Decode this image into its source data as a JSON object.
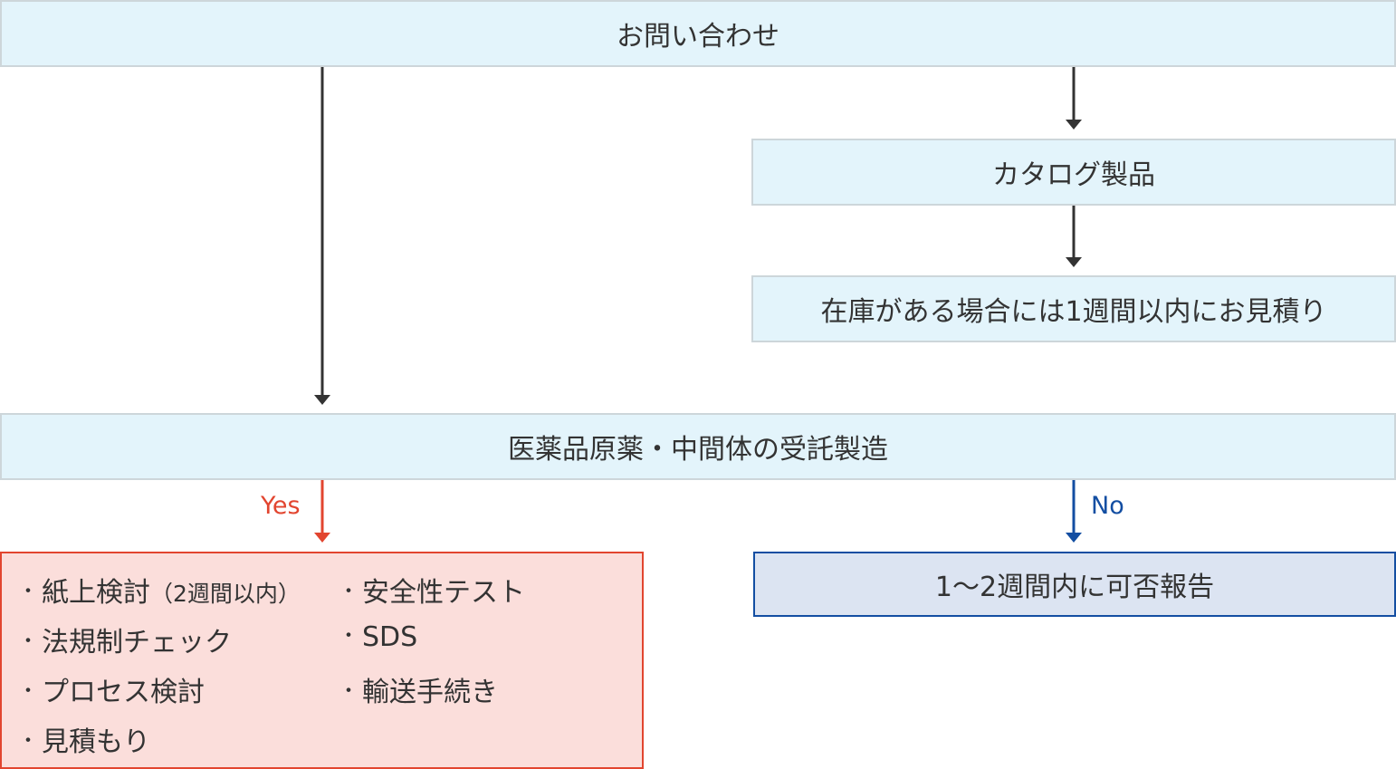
{
  "nodes": {
    "inquiry": "お問い合わせ",
    "catalog": "カタログ製品",
    "stock": "在庫がある場合には1週間以内にお見積り",
    "contract": "医薬品原薬・中間体の受託製造",
    "no_result": "1〜2週間内に可否報告"
  },
  "branches": {
    "yes_label": "Yes",
    "no_label": "No"
  },
  "yes_items": {
    "bullet": "・",
    "paper_review": "紙上検討",
    "paper_review_note": "（2週間以内）",
    "regulation_check": "法規制チェック",
    "process_review": "プロセス検討",
    "estimate": "見積もり",
    "safety_test": "安全性テスト",
    "sds": "SDS",
    "transport": "輸送手続き"
  },
  "colors": {
    "yes": "#e2452f",
    "no": "#134ea2",
    "neutral_arrow": "#333333",
    "box_fill": "#e3f4fb",
    "yes_fill": "#fbdedb",
    "no_fill": "#dce4f2"
  }
}
